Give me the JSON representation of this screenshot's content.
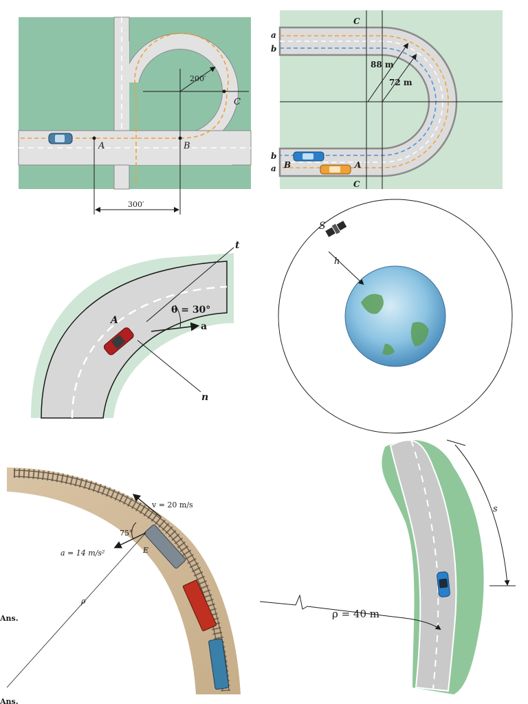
{
  "panel1": {
    "point_a": "A",
    "point_b": "B",
    "point_c": "C",
    "radius": "200′",
    "distance": "300′"
  },
  "panel2": {
    "lane_a_top": "a",
    "lane_b_top": "b",
    "lane_b_bottom": "b",
    "lane_a_bottom": "a",
    "section_c_top": "C",
    "section_c_bottom": "C",
    "radius_outer": "88 m",
    "radius_inner": "72 m",
    "point_b": "B",
    "point_a": "A"
  },
  "panel3": {
    "point": "A",
    "tangent_axis": "t",
    "normal_axis": "n",
    "angle": "θ = 30°",
    "acceleration": "a"
  },
  "panel4": {
    "satellite": "S",
    "altitude": "h"
  },
  "panel5": {
    "speed": "v = 20 m/s",
    "angle": "75°",
    "acceleration": "a = 14 m/s²",
    "point": "E",
    "radius": "ρ",
    "answer_label_1": "Ans.",
    "answer_label_2": "Ans."
  },
  "panel6": {
    "arc_length": "s",
    "radius": "ρ = 40 m"
  },
  "colors": {
    "grass": "#8fc3a7",
    "grass_light": "#cde4d3",
    "road": "#dcdcdc",
    "dash_orange": "#f0a035",
    "dash_blue": "#4a8ed8",
    "car_red": "#b02020",
    "train_red": "#c03020",
    "car_blue": "#2a7fc8"
  }
}
